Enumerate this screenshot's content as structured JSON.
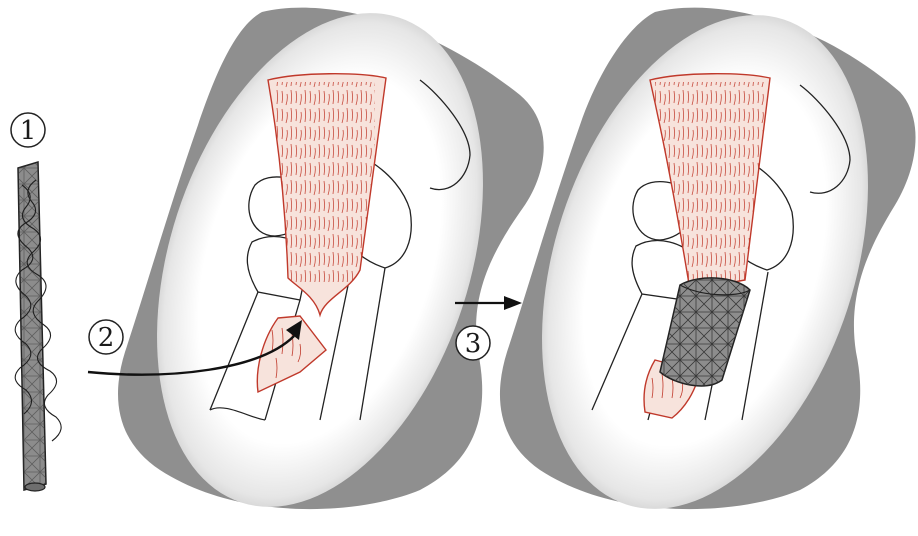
{
  "steps": [
    {
      "label": "1"
    },
    {
      "label": "2"
    },
    {
      "label": "3"
    }
  ],
  "colors": {
    "background": "#ffffff",
    "field_gray": "#8f8f8f",
    "outline": "#222222",
    "tissue_red": "#c0392b",
    "mesh_gray": "#7d7d7d",
    "mesh_lines": "#333333"
  },
  "icons": {
    "implant": "cylindrical-mesh-implant-icon",
    "arrow": "right-arrow-icon"
  }
}
